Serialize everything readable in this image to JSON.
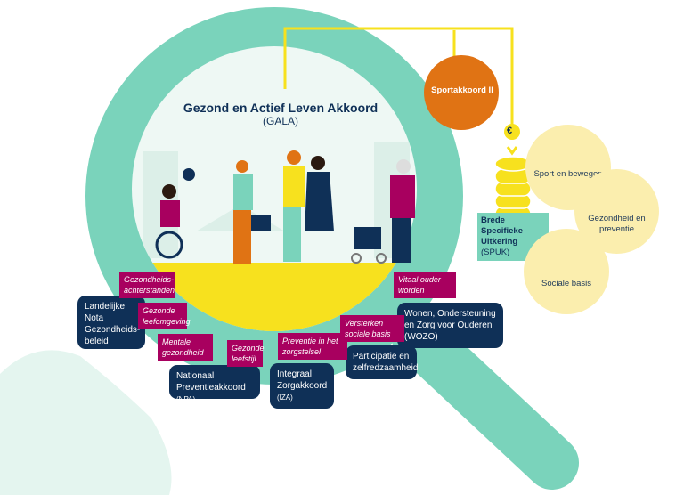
{
  "title": "Gezond en Actief Leven Akkoord",
  "subtitle": "(GALA)",
  "sportakkoord": "Sportakkoord II",
  "euro_symbol": "€",
  "spuk": {
    "name": "Brede Specifieke Uitkering",
    "abbr": "(SPUK)"
  },
  "themes": [
    "Sport en bewegen",
    "Gezondheid en preventie",
    "Sociale basis"
  ],
  "agreements": [
    {
      "label": "Landelijke Nota Gezondheids-beleid",
      "tags": [
        "Gezondheids-achterstanden",
        "Gezonde leefomgeving"
      ]
    },
    {
      "label": "Nationaal Preventieakkoord",
      "abbr": "(NPA)",
      "tags": [
        "Mentale gezondheid",
        "Gezonde leefstijl"
      ]
    },
    {
      "label": "Integraal Zorgakkoord",
      "abbr": "(IZA)",
      "tags": [
        "Preventie in het zorgstelsel"
      ]
    },
    {
      "label": "Participatie en zelfredzaamheid",
      "tags": [
        "Versterken sociale basis"
      ]
    },
    {
      "label": "Wonen, Ondersteuning en Zorg voor Ouderen (WOZO)",
      "tags": [
        "Vitaal ouder worden"
      ]
    }
  ],
  "colors": {
    "teal": "#7ad3bb",
    "navy": "#0f3057",
    "magenta": "#a8005f",
    "yellow": "#f7e11e",
    "orange": "#e07314",
    "cream": "#fbeeae"
  }
}
